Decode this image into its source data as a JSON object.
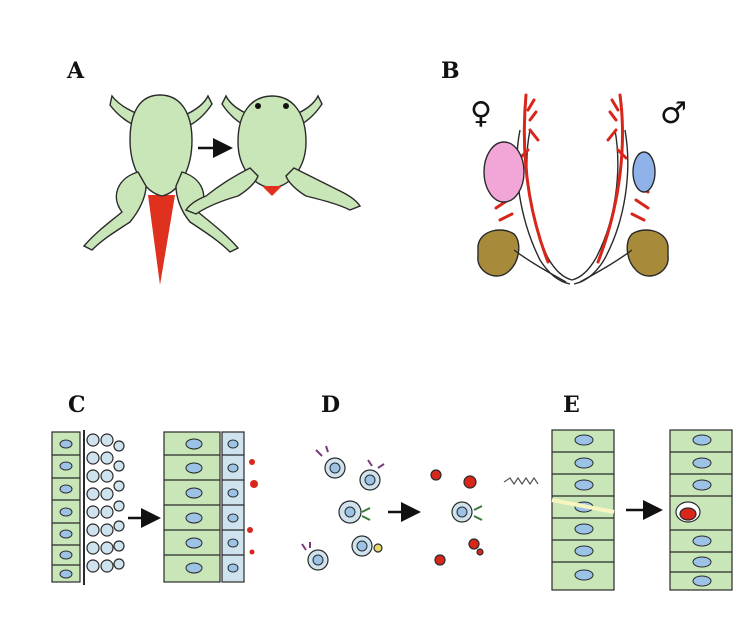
{
  "panels": {
    "a": {
      "label": "A"
    },
    "b": {
      "label": "B",
      "female_symbol": "♀",
      "male_symbol": "♂"
    },
    "c": {
      "label": "C"
    },
    "d": {
      "label": "D"
    },
    "e": {
      "label": "E"
    }
  },
  "colors": {
    "frog_body": "#c9e6b8",
    "outline": "#2a2a2a",
    "tail": "#e0301e",
    "vessel": "#d8261a",
    "ovary": "#f2a6d8",
    "testis": "#8fb3e8",
    "kidney": "#a88b3a",
    "cell_fill": "#c9e6b8",
    "nucleus": "#9cc3e6",
    "macrophage_fill": "#cfe3ef",
    "dead_cell": "#d8261a"
  }
}
